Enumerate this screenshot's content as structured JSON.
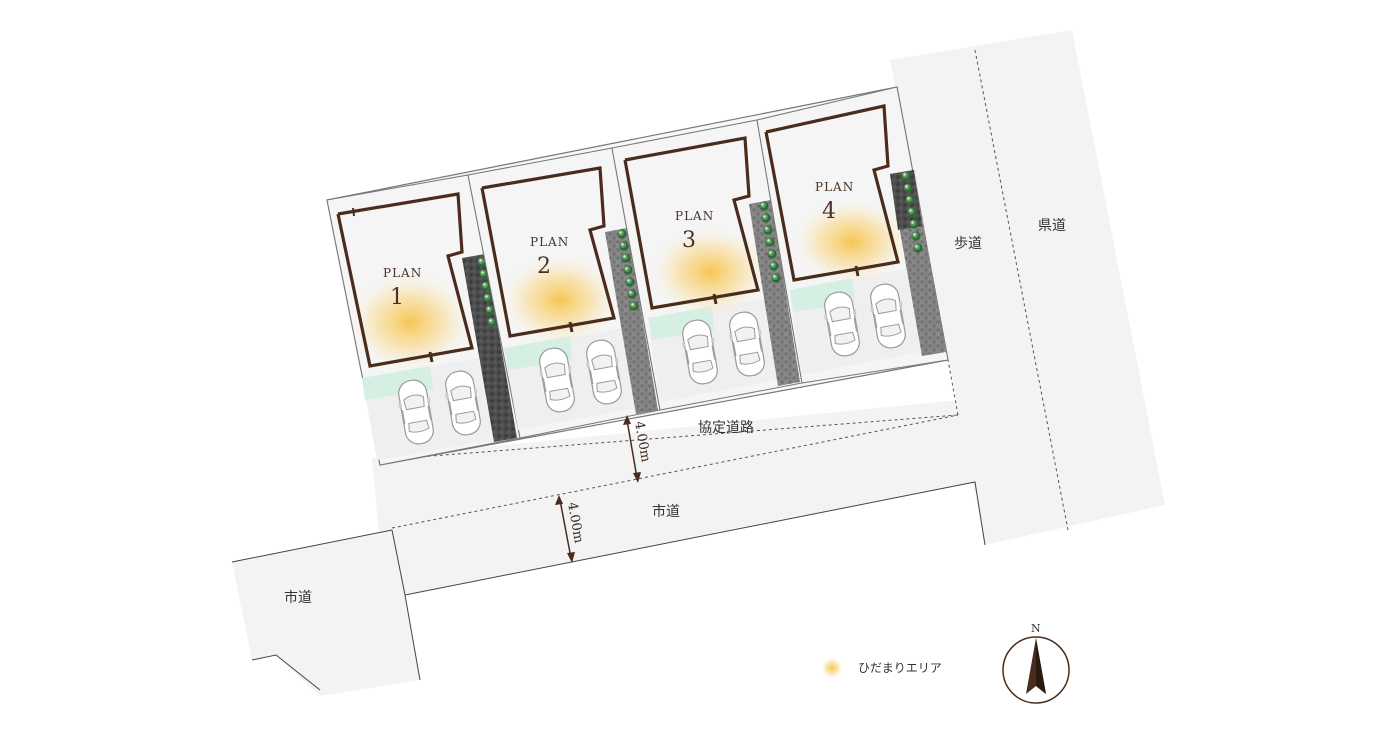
{
  "labels": {
    "sidewalk": "歩道",
    "prefectural_road": "県道",
    "agreement_road": "協定道路",
    "city_road_main": "市道",
    "city_road_west": "市道",
    "road_width_agreement": "4.00m",
    "road_width_city": "4.00m"
  },
  "lots": [
    {
      "plan": "PLAN",
      "number": "1"
    },
    {
      "plan": "PLAN",
      "number": "2"
    },
    {
      "plan": "PLAN",
      "number": "3"
    },
    {
      "plan": "PLAN",
      "number": "4"
    }
  ],
  "legend": {
    "sunny_area": "ひだまりエリア"
  },
  "compass": {
    "north": "N"
  },
  "colors": {
    "road": "#f3f3f3",
    "house_wall": "#4a2c1d",
    "hedge": "#2f6b3a",
    "paving": "#7a7a7a",
    "sunny": "#f6c34a",
    "grass": "#d6efe3"
  }
}
